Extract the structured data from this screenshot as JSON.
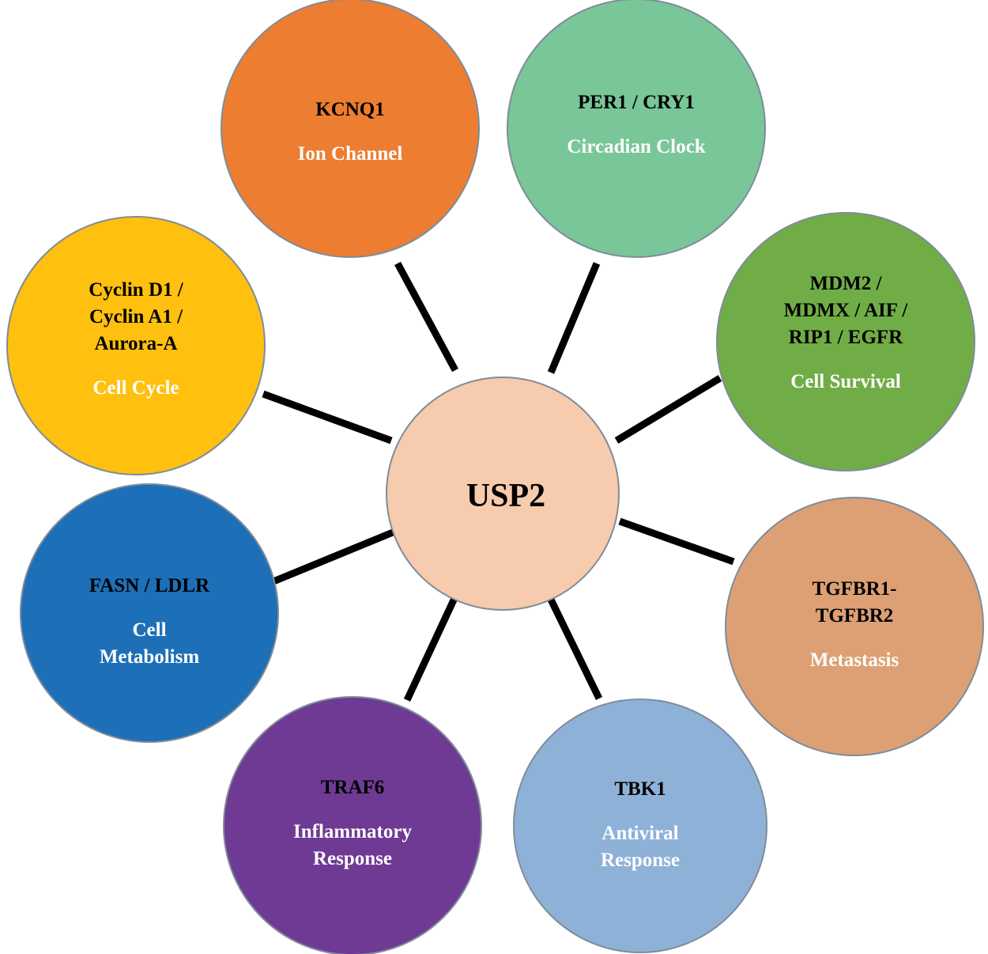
{
  "hub": {
    "label": "USP2",
    "color": "#f7cbad"
  },
  "nodes": [
    {
      "id": "ion-channel",
      "genes": [
        "KCNQ1"
      ],
      "function": [
        "Ion Channel"
      ],
      "color": "#ed7d31"
    },
    {
      "id": "circadian-clock",
      "genes": [
        "PER1 / CRY1"
      ],
      "function": [
        "Circadian Clock"
      ],
      "color": "#79c698"
    },
    {
      "id": "cell-survival",
      "genes": [
        "MDM2 /",
        "MDMX / AIF /",
        "RIP1 / EGFR"
      ],
      "function": [
        "Cell Survival"
      ],
      "color": "#70ad47"
    },
    {
      "id": "metastasis",
      "genes": [
        "TGFBR1-",
        "TGFBR2"
      ],
      "function": [
        "Metastasis"
      ],
      "color": "#dda074"
    },
    {
      "id": "antiviral-response",
      "genes": [
        "TBK1"
      ],
      "function": [
        "Antiviral",
        "Response"
      ],
      "color": "#8eb1d8"
    },
    {
      "id": "inflammatory-response",
      "genes": [
        "TRAF6"
      ],
      "function": [
        "Inflammatory",
        "Response"
      ],
      "color": "#6f3a94"
    },
    {
      "id": "cell-metabolism",
      "genes": [
        "FASN / LDLR"
      ],
      "function": [
        "Cell",
        "Metabolism"
      ],
      "color": "#1d6fb8"
    },
    {
      "id": "cell-cycle",
      "genes": [
        "Cyclin D1 /",
        "Cyclin A1 /",
        "Aurora-A"
      ],
      "function": [
        "Cell Cycle"
      ],
      "color": "#ffc00f"
    }
  ]
}
